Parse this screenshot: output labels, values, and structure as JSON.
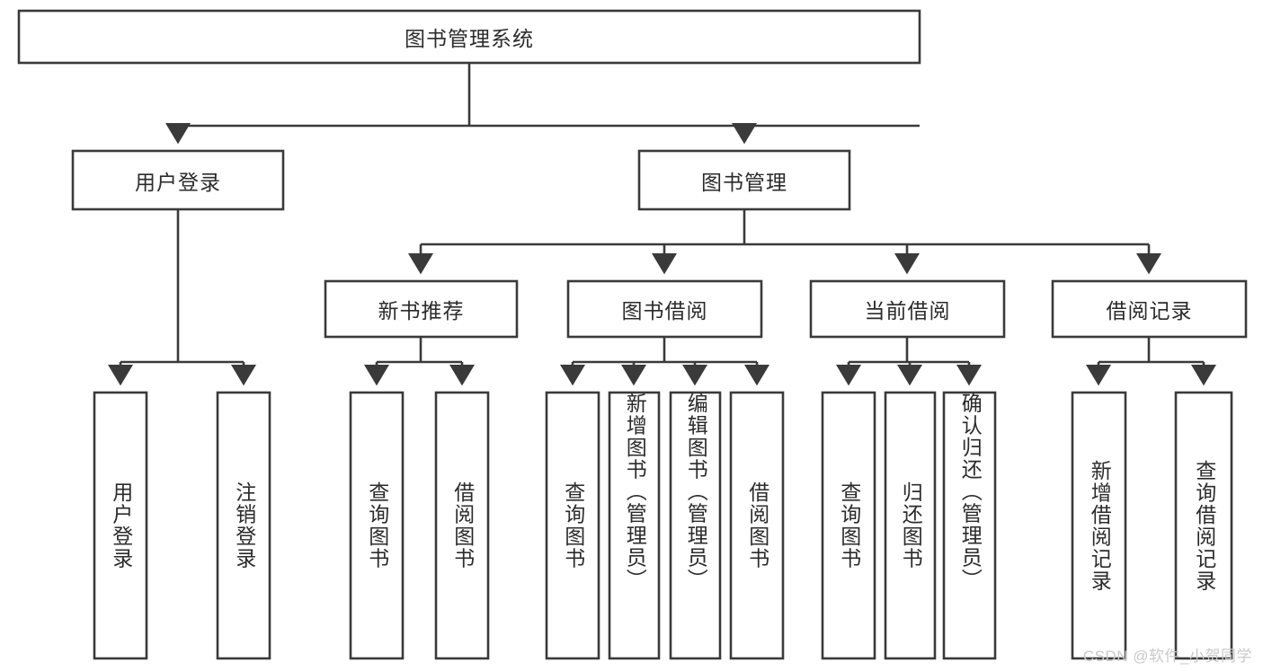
{
  "diagram": {
    "title": "图书管理系统",
    "watermark": "CSDN @软件_小贺同学",
    "colors": {
      "box_stroke": "#3a3a3a",
      "box_fill": "#ffffff",
      "text": "#2b2b2b",
      "watermark": "#c9c9c9",
      "background": "#ffffff"
    },
    "root": {
      "label": "图书管理系统"
    },
    "level1": [
      {
        "label": "用户登录"
      },
      {
        "label": "图书管理"
      }
    ],
    "level2": [
      {
        "label": "新书推荐",
        "parent": "图书管理"
      },
      {
        "label": "图书借阅",
        "parent": "图书管理"
      },
      {
        "label": "当前借阅",
        "parent": "图书管理"
      },
      {
        "label": "借阅记录",
        "parent": "图书管理"
      }
    ],
    "leaves": [
      {
        "label": "用户登录",
        "parent": "用户登录"
      },
      {
        "label": "注销登录",
        "parent": "用户登录"
      },
      {
        "label": "查询图书",
        "parent": "新书推荐"
      },
      {
        "label": "借阅图书",
        "parent": "新书推荐"
      },
      {
        "label": "查询图书",
        "parent": "图书借阅"
      },
      {
        "label": "新增图书（管理员）",
        "parent": "图书借阅"
      },
      {
        "label": "编辑图书（管理员）",
        "parent": "图书借阅"
      },
      {
        "label": "借阅图书",
        "parent": "图书借阅"
      },
      {
        "label": "查询图书",
        "parent": "当前借阅"
      },
      {
        "label": "归还图书",
        "parent": "当前借阅"
      },
      {
        "label": "确认归还（管理员）",
        "parent": "当前借阅"
      },
      {
        "label": "新增借阅记录",
        "parent": "借阅记录"
      },
      {
        "label": "查询借阅记录",
        "parent": "借阅记录"
      }
    ]
  }
}
